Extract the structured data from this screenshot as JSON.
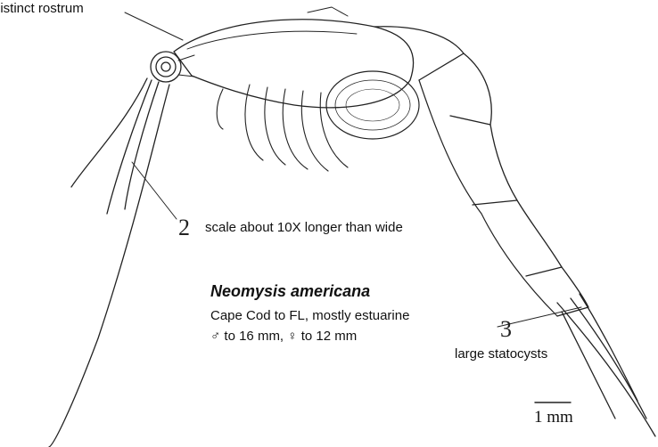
{
  "labels": {
    "rostrum": "distinct rostrum",
    "callout_2_number": "2",
    "callout_2_text": "scale about 10X longer than wide",
    "species_name": "Neomysis americana",
    "range": "Cape Cod to FL, mostly estuarine",
    "sizes": "♂ to 16 mm, ♀ to 12 mm",
    "callout_3_number": "3",
    "callout_3_text": "large statocysts",
    "scale_bar": "1 mm"
  }
}
